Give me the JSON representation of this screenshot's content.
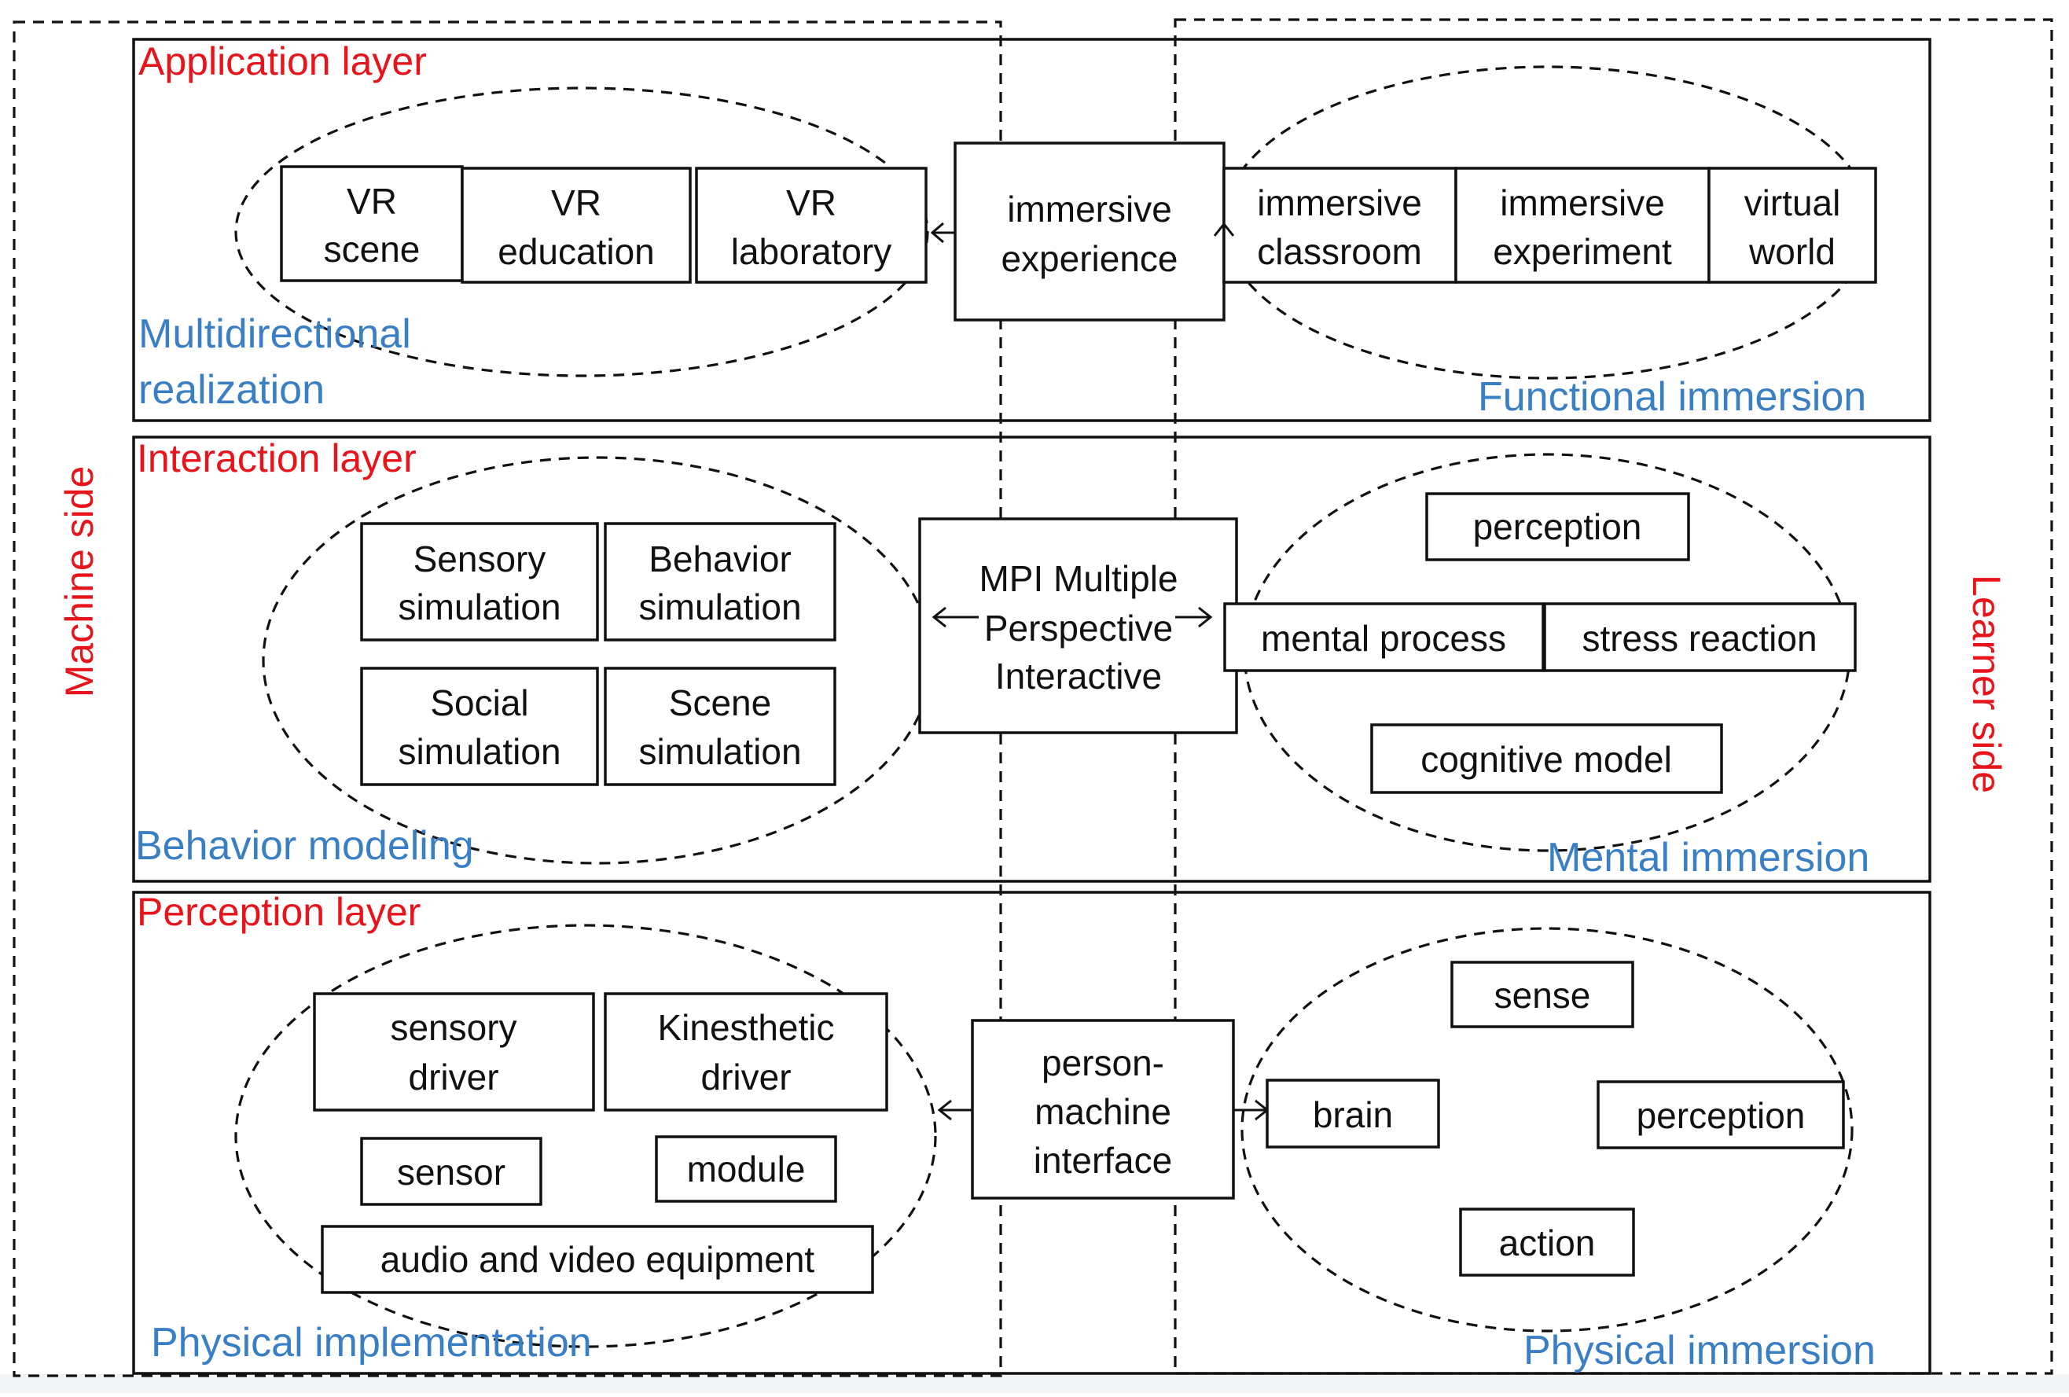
{
  "sides": {
    "machine": "Machine side",
    "learner": "Learner side"
  },
  "application_layer": {
    "title": "Application layer",
    "left_label_1": "Multidirectional",
    "left_label_2": "realization",
    "right_label": "Functional immersion",
    "left_boxes": [
      {
        "line1": "VR",
        "line2": "scene"
      },
      {
        "line1": "VR",
        "line2": "education"
      },
      {
        "line1": "VR",
        "line2": "laboratory"
      }
    ],
    "center": {
      "line1": "immersive",
      "line2": "experience"
    },
    "right_boxes": [
      {
        "line1": "immersive",
        "line2": "classroom"
      },
      {
        "line1": "immersive",
        "line2": "experiment"
      },
      {
        "line1": "virtual",
        "line2": "world"
      }
    ]
  },
  "interaction_layer": {
    "title": "Interaction layer",
    "left_label": "Behavior modeling",
    "right_label": "Mental immersion",
    "left_boxes": [
      {
        "line1": "Sensory",
        "line2": "simulation"
      },
      {
        "line1": "Behavior",
        "line2": "simulation"
      },
      {
        "line1": "Social",
        "line2": "simulation"
      },
      {
        "line1": "Scene",
        "line2": "simulation"
      }
    ],
    "center": {
      "line1": "MPI Multiple",
      "line2": "Perspective",
      "line3": "Interactive"
    },
    "right_boxes": [
      "perception",
      "mental process",
      "stress reaction",
      "cognitive model"
    ]
  },
  "perception_layer": {
    "title": "Perception layer",
    "left_label": "Physical implementation",
    "right_label": "Physical immersion",
    "left_boxes": [
      {
        "line1": "sensory",
        "line2": "driver"
      },
      {
        "line1": "Kinesthetic",
        "line2": "driver"
      },
      {
        "line1": "sensor"
      },
      {
        "line1": "module"
      },
      {
        "line1": "audio and video equipment"
      }
    ],
    "center": {
      "line1": "person-",
      "line2": "machine",
      "line3": "interface"
    },
    "right_boxes": [
      "sense",
      "brain",
      "perception",
      "action"
    ]
  }
}
